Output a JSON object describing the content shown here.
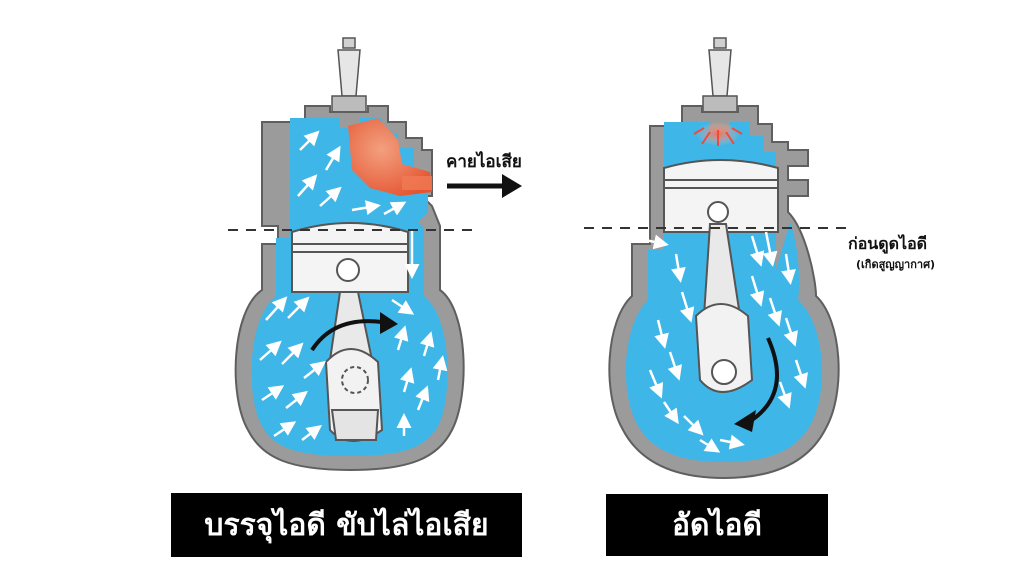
{
  "labels": {
    "exhaust_out": "คายไอเสีย",
    "intake_before": "ก่อนดูดไอดี",
    "intake_note": "(เกิดสูญญากาศ)"
  },
  "captions": {
    "left": "บรรจุไอดี ขับไล่ไอเสีย",
    "right": "อัดไอดี"
  },
  "colors": {
    "fluid": "#3fb6e8",
    "casing": "#8a8a8a",
    "exhaust": "#e8603c",
    "spark": "#f04a3a"
  },
  "icons": [
    "spark-plug-icon",
    "piston-icon",
    "connecting-rod-icon",
    "crankshaft-icon",
    "arrow-right-icon",
    "rotation-arrow-icon"
  ]
}
